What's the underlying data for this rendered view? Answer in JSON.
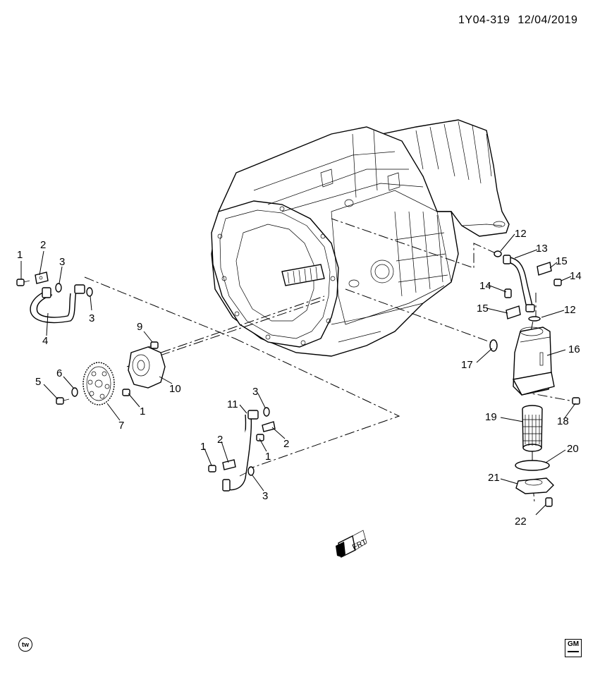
{
  "header": {
    "diagram_id": "1Y04-319",
    "date": "12/04/2019"
  },
  "front_arrow": {
    "label": "FRT"
  },
  "footer": {
    "badge": "tw",
    "logo": "GM"
  },
  "callouts": [
    {
      "id": "c1a",
      "text": "1"
    },
    {
      "id": "c2a",
      "text": "2"
    },
    {
      "id": "c3a",
      "text": "3"
    },
    {
      "id": "c3b",
      "text": "3"
    },
    {
      "id": "c4",
      "text": "4"
    },
    {
      "id": "c5",
      "text": "5"
    },
    {
      "id": "c6",
      "text": "6"
    },
    {
      "id": "c7",
      "text": "7"
    },
    {
      "id": "c1b",
      "text": "1"
    },
    {
      "id": "c9",
      "text": "9"
    },
    {
      "id": "c10",
      "text": "10"
    },
    {
      "id": "c11",
      "text": "11"
    },
    {
      "id": "c3c",
      "text": "3"
    },
    {
      "id": "c1c",
      "text": "1"
    },
    {
      "id": "c2b",
      "text": "2"
    },
    {
      "id": "c1d",
      "text": "1"
    },
    {
      "id": "c2c",
      "text": "2"
    },
    {
      "id": "c3d",
      "text": "3"
    },
    {
      "id": "c12a",
      "text": "12"
    },
    {
      "id": "c13",
      "text": "13"
    },
    {
      "id": "c15a",
      "text": "15"
    },
    {
      "id": "c14a",
      "text": "14"
    },
    {
      "id": "c14b",
      "text": "14"
    },
    {
      "id": "c15b",
      "text": "15"
    },
    {
      "id": "c12b",
      "text": "12"
    },
    {
      "id": "c16",
      "text": "16"
    },
    {
      "id": "c17",
      "text": "17"
    },
    {
      "id": "c18",
      "text": "18"
    },
    {
      "id": "c19",
      "text": "19"
    },
    {
      "id": "c20",
      "text": "20"
    },
    {
      "id": "c21",
      "text": "21"
    },
    {
      "id": "c22",
      "text": "22"
    }
  ]
}
